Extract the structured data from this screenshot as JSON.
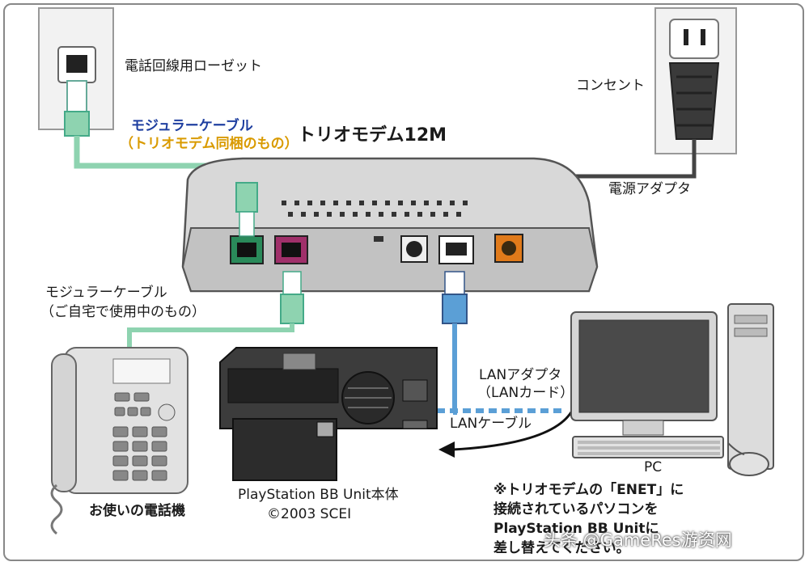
{
  "labels": {
    "phone_outlet": "電話回線用ローゼット",
    "modular_cable_1": "モジュラーケーブル",
    "modular_cable_1_sub": "（トリオモデム同梱のもの）",
    "modem_name": "トリオモデム12M",
    "outlet": "コンセント",
    "power_adapter": "電源アダプタ",
    "modular_cable_2": "モジュラーケーブル",
    "modular_cable_2_sub": "（ご自宅で使用中のもの）",
    "lan_adapter": "LANアダプタ",
    "lan_card": "（LANカード）",
    "lan_cable": "LANケーブル",
    "pc": "PC",
    "ps_unit": "PlayStation BB Unit本体",
    "copyright": "©2003 SCEI",
    "telephone": "お使いの電話機",
    "note_line1": "※トリオモデムの「ENET」に",
    "note_line2": "接続されているパソコンを",
    "note_line3": "PlayStation BB Unitに",
    "note_line4": "差し替えてください。"
  },
  "watermark": "头条 @GameRes游资网",
  "colors": {
    "phone_cable": "#8ed3b0",
    "lan_cable": "#5b9fd6",
    "power_cable": "#444444",
    "port_green": "#2a8a5a",
    "port_magenta": "#a0306a",
    "port_orange": "#e07a1a"
  }
}
